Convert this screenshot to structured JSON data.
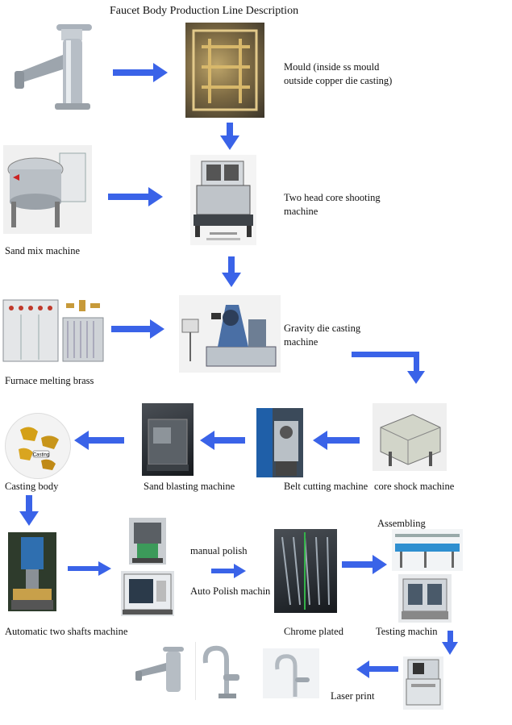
{
  "title": "Faucet Body Production Line Description",
  "labels": {
    "mould_line1": "Mould (inside ss mould",
    "mould_line2": "outside copper die casting)",
    "core_line1": "Two head core shooting",
    "core_line2": "machine",
    "sand_mix": "Sand mix machine",
    "gravity_line1": "Gravity die casting",
    "gravity_line2": "machine",
    "furnace": "Furnace melting brass",
    "casting_body": "Casting body",
    "sand_blasting": "Sand blasting machine",
    "belt_cutting": "Belt cutting machine",
    "core_shock": "core shock machine",
    "manual_polish": "manual polish",
    "auto_polish": "Auto Polish machin",
    "assembling": "Assembling",
    "auto_two_shafts": "Automatic two shafts machine",
    "chrome_plated": "Chrome plated",
    "testing": "Testing machin",
    "laser_print": "Laser print"
  },
  "image_text": {
    "casting_tag": "Casting"
  },
  "colors": {
    "arrow": "#3a63e8",
    "text": "#111111"
  }
}
